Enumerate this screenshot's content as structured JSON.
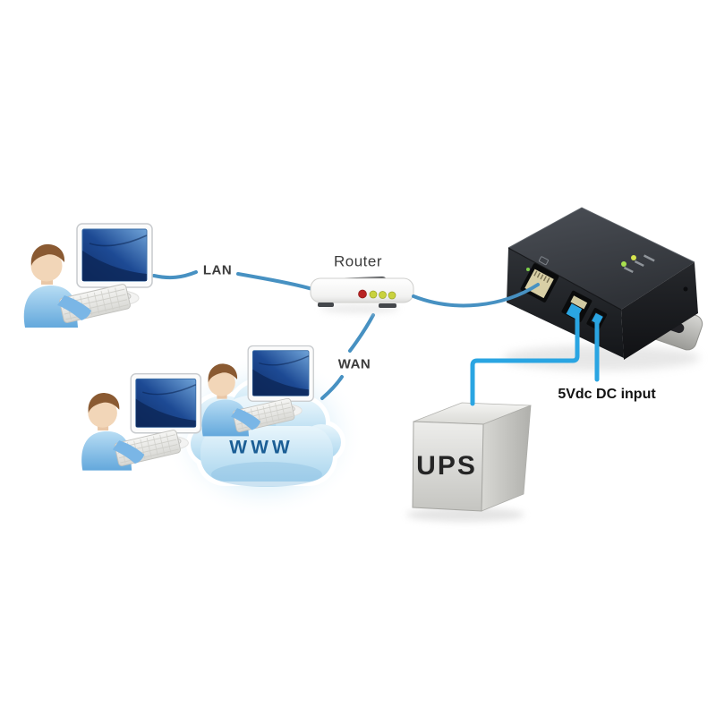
{
  "image_type": "network-topology-diagram",
  "labels": {
    "router": "Router",
    "lan": "LAN",
    "wan": "WAN",
    "www": "WWW",
    "ups": "UPS",
    "dc_input": "5Vdc DC input"
  },
  "nodes": [
    {
      "id": "workstation-1",
      "icon": "user-workstation-icon",
      "description": "user at desktop computer"
    },
    {
      "id": "workstation-2",
      "icon": "user-workstation-icon",
      "description": "user at desktop computer"
    },
    {
      "id": "workstation-3",
      "icon": "user-workstation-icon",
      "description": "user at desktop computer on internet cloud"
    },
    {
      "id": "router",
      "label": "Router",
      "icon": "router-icon",
      "leds": [
        "red",
        "yellow-green",
        "yellow-green",
        "yellow-green"
      ]
    },
    {
      "id": "internet-cloud",
      "label": "WWW",
      "icon": "cloud-icon"
    },
    {
      "id": "ups-network-adapter",
      "icon": "network-adapter-icon",
      "ports": [
        "ethernet-rj45",
        "console-rj45",
        "dc-input-jack"
      ],
      "leds": [
        "green",
        "green"
      ]
    },
    {
      "id": "ups",
      "label": "UPS",
      "icon": "ups-box-icon"
    }
  ],
  "connections": [
    {
      "from": "workstation-1",
      "to": "router",
      "label": "LAN",
      "style": "curved-blue-line"
    },
    {
      "from": "router",
      "to": "internet-cloud",
      "label": "WAN",
      "style": "curved-blue-line"
    },
    {
      "from": "router",
      "to": "ups-network-adapter",
      "label": "",
      "style": "curved-blue-line",
      "port": "ethernet-rj45"
    },
    {
      "from": "ups-network-adapter",
      "to": "ups",
      "label": "",
      "style": "right-angle-cable",
      "port": "console-rj45"
    },
    {
      "from": "ups-network-adapter",
      "to": "power",
      "label": "5Vdc DC input",
      "style": "straight-cable",
      "port": "dc-input-jack"
    }
  ],
  "colors": {
    "background": "#ffffff",
    "line_blue": "#4791c2",
    "cable_blue": "#2aa5e2",
    "cloud_fill": "#b9ddf1",
    "www_text": "#1b5e95",
    "adapter_body": "#2b2e33",
    "ups_gray": "#d9d9d6",
    "router_body": "#ffffff",
    "led_red": "#b82323",
    "led_green": "#c9d23e",
    "screen_blue": "#1d4a94",
    "shirt_blue": "#7db9e8"
  }
}
